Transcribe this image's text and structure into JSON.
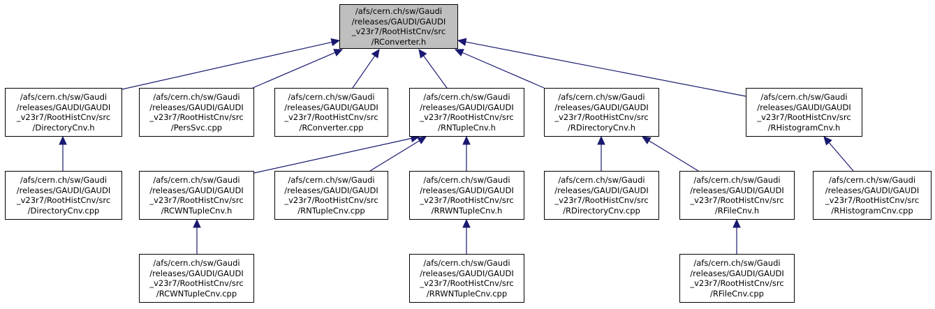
{
  "diagram": {
    "edge_color": "#191970",
    "root_fill": "#bfbfbf",
    "nodes": [
      {
        "id": "rconverter_h",
        "root": true,
        "lines": [
          "/afs/cern.ch/sw/Gaudi",
          "/releases/GAUDI/GAUDI",
          "_v23r7/RootHistCnv/src",
          "/RConverter.h"
        ]
      },
      {
        "id": "directorycnv_h",
        "lines": [
          "/afs/cern.ch/sw/Gaudi",
          "/releases/GAUDI/GAUDI",
          "_v23r7/RootHistCnv/src",
          "/DirectoryCnv.h"
        ]
      },
      {
        "id": "perssvc_cpp",
        "lines": [
          "/afs/cern.ch/sw/Gaudi",
          "/releases/GAUDI/GAUDI",
          "_v23r7/RootHistCnv/src",
          "/PersSvc.cpp"
        ]
      },
      {
        "id": "rconverter_cpp",
        "lines": [
          "/afs/cern.ch/sw/Gaudi",
          "/releases/GAUDI/GAUDI",
          "_v23r7/RootHistCnv/src",
          "/RConverter.cpp"
        ]
      },
      {
        "id": "rntuplecnv_h",
        "lines": [
          "/afs/cern.ch/sw/Gaudi",
          "/releases/GAUDI/GAUDI",
          "_v23r7/RootHistCnv/src",
          "/RNTupleCnv.h"
        ]
      },
      {
        "id": "rdirectorycnv_h",
        "lines": [
          "/afs/cern.ch/sw/Gaudi",
          "/releases/GAUDI/GAUDI",
          "_v23r7/RootHistCnv/src",
          "/RDirectoryCnv.h"
        ]
      },
      {
        "id": "rhistogramcnv_h",
        "lines": [
          "/afs/cern.ch/sw/Gaudi",
          "/releases/GAUDI/GAUDI",
          "_v23r7/RootHistCnv/src",
          "/RHistogramCnv.h"
        ]
      },
      {
        "id": "directorycnv_cpp",
        "lines": [
          "/afs/cern.ch/sw/Gaudi",
          "/releases/GAUDI/GAUDI",
          "_v23r7/RootHistCnv/src",
          "/DirectoryCnv.cpp"
        ]
      },
      {
        "id": "rcwntuplecnv_h",
        "lines": [
          "/afs/cern.ch/sw/Gaudi",
          "/releases/GAUDI/GAUDI",
          "_v23r7/RootHistCnv/src",
          "/RCWNTupleCnv.h"
        ]
      },
      {
        "id": "rntuplecnv_cpp",
        "lines": [
          "/afs/cern.ch/sw/Gaudi",
          "/releases/GAUDI/GAUDI",
          "_v23r7/RootHistCnv/src",
          "/RNTupleCnv.cpp"
        ]
      },
      {
        "id": "rrwntuplecnv_h",
        "lines": [
          "/afs/cern.ch/sw/Gaudi",
          "/releases/GAUDI/GAUDI",
          "_v23r7/RootHistCnv/src",
          "/RRWNTupleCnv.h"
        ]
      },
      {
        "id": "rdirectorycnv_cpp",
        "lines": [
          "/afs/cern.ch/sw/Gaudi",
          "/releases/GAUDI/GAUDI",
          "_v23r7/RootHistCnv/src",
          "/RDirectoryCnv.cpp"
        ]
      },
      {
        "id": "rfilecnv_h",
        "lines": [
          "/afs/cern.ch/sw/Gaudi",
          "/releases/GAUDI/GAUDI",
          "_v23r7/RootHistCnv/src",
          "/RFileCnv.h"
        ]
      },
      {
        "id": "rhistogramcnv_cpp",
        "lines": [
          "/afs/cern.ch/sw/Gaudi",
          "/releases/GAUDI/GAUDI",
          "_v23r7/RootHistCnv/src",
          "/RHistogramCnv.cpp"
        ]
      },
      {
        "id": "rcwntuplecnv_cpp",
        "lines": [
          "/afs/cern.ch/sw/Gaudi",
          "/releases/GAUDI/GAUDI",
          "_v23r7/RootHistCnv/src",
          "/RCWNTupleCnv.cpp"
        ]
      },
      {
        "id": "rrwntuplecnv_cpp",
        "lines": [
          "/afs/cern.ch/sw/Gaudi",
          "/releases/GAUDI/GAUDI",
          "_v23r7/RootHistCnv/src",
          "/RRWNTupleCnv.cpp"
        ]
      },
      {
        "id": "rfilecnv_cpp",
        "lines": [
          "/afs/cern.ch/sw/Gaudi",
          "/releases/GAUDI/GAUDI",
          "_v23r7/RootHistCnv/src",
          "/RFileCnv.cpp"
        ]
      }
    ],
    "edges": [
      {
        "from": "directorycnv_h",
        "to": "rconverter_h"
      },
      {
        "from": "perssvc_cpp",
        "to": "rconverter_h"
      },
      {
        "from": "rconverter_cpp",
        "to": "rconverter_h"
      },
      {
        "from": "rntuplecnv_h",
        "to": "rconverter_h"
      },
      {
        "from": "rdirectorycnv_h",
        "to": "rconverter_h"
      },
      {
        "from": "rhistogramcnv_h",
        "to": "rconverter_h"
      },
      {
        "from": "directorycnv_cpp",
        "to": "directorycnv_h"
      },
      {
        "from": "rcwntuplecnv_h",
        "to": "rntuplecnv_h"
      },
      {
        "from": "rntuplecnv_cpp",
        "to": "rntuplecnv_h"
      },
      {
        "from": "rrwntuplecnv_h",
        "to": "rntuplecnv_h"
      },
      {
        "from": "rdirectorycnv_cpp",
        "to": "rdirectorycnv_h"
      },
      {
        "from": "rfilecnv_h",
        "to": "rdirectorycnv_h"
      },
      {
        "from": "rhistogramcnv_cpp",
        "to": "rhistogramcnv_h"
      },
      {
        "from": "rcwntuplecnv_cpp",
        "to": "rcwntuplecnv_h"
      },
      {
        "from": "rrwntuplecnv_cpp",
        "to": "rrwntuplecnv_h"
      },
      {
        "from": "rfilecnv_cpp",
        "to": "rfilecnv_h"
      }
    ]
  }
}
